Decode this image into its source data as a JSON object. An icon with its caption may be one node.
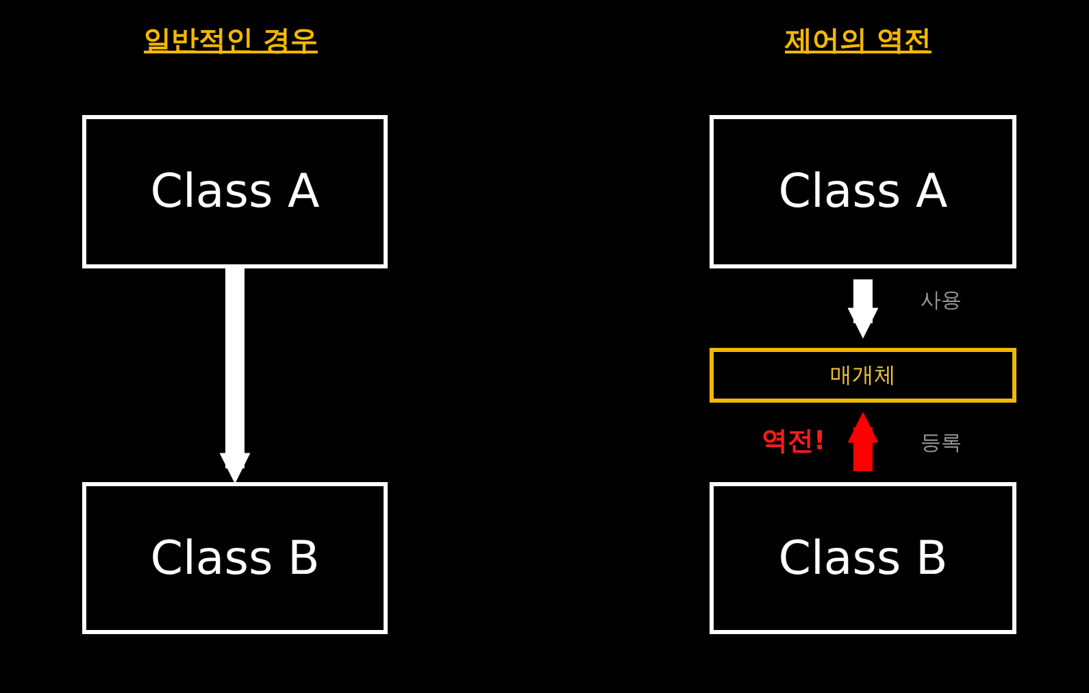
{
  "diagram": {
    "nodes": [
      {
        "text": [
          "Class A"
        ]
      },
      {
        "text": [
          "Class B"
        ]
      },
      {
        "text": [
          "Class A"
        ]
      },
      {
        "text": [
          "매개체"
        ]
      },
      {
        "text": [
          "Class B"
        ]
      }
    ],
    "edges": [
      {
        "from": 0,
        "to": 1,
        "arrow": "to"
      },
      {
        "from": 2,
        "to": 3,
        "arrow": "to",
        "label": "사용"
      },
      {
        "from": 4,
        "to": 3,
        "arrow": "to",
        "label": "등록",
        "color": "#ff0000"
      }
    ],
    "labels": [
      "일반적인 경우",
      "제어의 역전",
      "역전!"
    ]
  }
}
